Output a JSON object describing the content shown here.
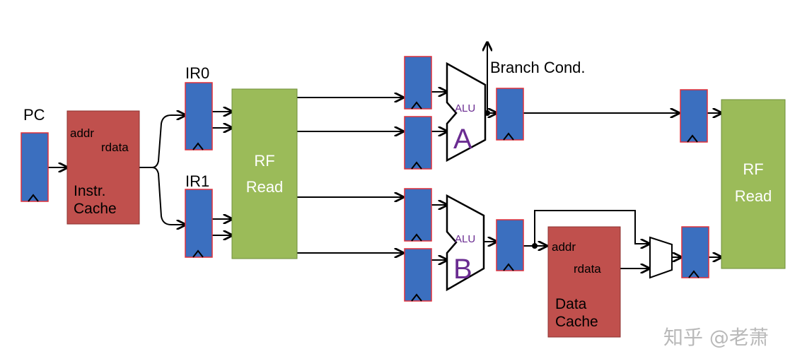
{
  "labels": {
    "pc": "PC",
    "ir0": "IR0",
    "ir1": "IR1",
    "branch_cond": "Branch Cond."
  },
  "instr_cache": {
    "addr": "addr",
    "rdata": "rdata",
    "name_line1": "Instr.",
    "name_line2": "Cache"
  },
  "rf_read_left": {
    "line1": "RF",
    "line2": "Read"
  },
  "rf_read_right": {
    "line1": "RF",
    "line2": "Read"
  },
  "alu_a": {
    "small": "ALU",
    "big": "A"
  },
  "alu_b": {
    "small": "ALU",
    "big": "B"
  },
  "data_cache": {
    "addr": "addr",
    "rdata": "rdata",
    "name_line1": "Data",
    "name_line2": "Cache"
  },
  "watermark": "知乎 @老萧",
  "colors": {
    "register": "#3b6fbf",
    "register_border": "#e0303a",
    "cache": "#c0504d",
    "rf": "#9bbb59",
    "alu_text": "#6a2c91"
  }
}
